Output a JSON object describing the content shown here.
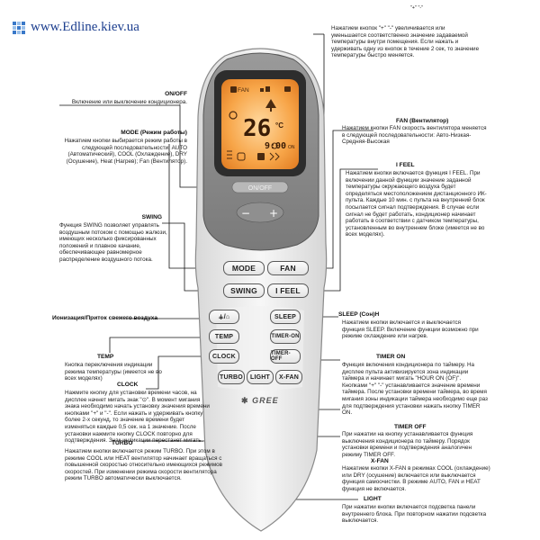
{
  "site": {
    "url": "www.Edline.kiev.ua"
  },
  "remote": {
    "brand": "GREE",
    "display": {
      "temp": "26",
      "unit": "°C",
      "time": "9:00",
      "am_pm": "ON",
      "fan_label": "FAN"
    },
    "buttons": {
      "onoff": "ON/OFF",
      "minus": "−",
      "plus": "+",
      "mode": "MODE",
      "fan": "FAN",
      "swing": "SWING",
      "ifeel": "I FEEL",
      "ion": "⚶/⌂",
      "sleep": "SLEEP",
      "temp": "TEMP",
      "timer_on": "TIMER-ON",
      "clock": "CLOCK",
      "timer_off": "TIMER-OFF",
      "turbo": "TURBO",
      "light": "LIGHT",
      "xfan": "X-FAN"
    }
  },
  "labels": {
    "plusminus": {
      "heading": "\"+\" \"-\"",
      "text": "Нажатием кнопок \"+\" \"-\" увеличивается или уменьшается соответственно значение задаваемой температуры внутри помещения. Если нажать и удерживать одну из кнопок в течение 2 сек, то значение температуры быстро меняется."
    },
    "onoff": {
      "heading": "ON/OFF",
      "text": "Включение или выключение кондиционера."
    },
    "mode": {
      "heading": "MODE (Режим работы)",
      "text": "Нажатием кнопки выбирается режим работы в следующей последовательности: AUTO (Автоматический), COOL (Охлаждение), DRY (Осушение), Heat (Нагрев); Fan (Вентилятор)."
    },
    "fan": {
      "heading": "FAN (Вентилятор)",
      "text": "Нажатием кнопки FAN скорость вентилятора меняется в следующей последовательности: Авто-Низкая-Средняя-Высокая"
    },
    "ifeel": {
      "heading": "I FEEL",
      "text": "Нажатием кнопки включается функция I FEEL. При включении данной функции значение заданной температуры окружающего воздуха будет определяться местоположением дистанционного ИК-пульта. Каждые 10 мин. с пульта на внутренний блок посылается сигнал подтверждения. В случае если сигнал не будет работать, кондиционер начинает работать в соответствии с датчиком температуры, установленным во внутреннем блоке (имеется не во всех моделях)."
    },
    "swing": {
      "heading": "SWING",
      "text": "Функция SWING позволяет управлять воздушным потоком с помощью жалюзи, имеющих несколько фиксированных положений и плавное качание, обеспечивающее равномерное распределение воздушного потока."
    },
    "ion": {
      "heading": "Ионизация/Приток свежего воздуха"
    },
    "sleep": {
      "heading": "SLEEP (Сон)H",
      "text": "Нажатием кнопки включается и выключается функция SLEEP. Включение функции возможно при режиме охлаждение или нагрев."
    },
    "temp": {
      "heading": "TEMP",
      "text": "Кнопка переключения индикации режима температуры (имеется не во всех моделях)"
    },
    "clock": {
      "heading": "CLOCK",
      "text": "Нажмите кнопку для установки времени часов, на дисплее начнет мигать знак \"⊙\". В момент мигания знака необходимо начать установку значения времени кнопками \"+\" и \"-\". Если нажать и удерживать кнопку более 2-х секунд, то значение времени будет изменяться каждые 0,5 сек. на 1 значение. После установки нажмите кнопку CLOCK повторно для подтверждения. Знак индикации перестанет мигать."
    },
    "timer_on": {
      "heading": "TIMER ON",
      "text": "Функция включения кондиционера по таймеру. На дисплее пульта активизируется зона индикации таймера и начинает мигать \"HOUR ON (OF)\". Кнопками \"+\" \"-\" устанавливается значение времени таймера. После установки времени таймера, во время мигания зоны индикации таймера необходимо еще раз для подтверждения установки нажать кнопку TIMER ON."
    },
    "timer_off": {
      "heading": "TIMER OFF",
      "text": "При нажатии на кнопку устанавливается функция выключения кондиционера по таймеру. Порядок установки времени и подтверждения аналогичен режиму TIMER OFF."
    },
    "xfan": {
      "heading": "X-FAN",
      "text": "Нажатием кнопки X-FAN в режимах COOL (охлаждение) или DRY (осушение) включается или выключается функция самоочистки. В режиме AUTO, FAN и HEAT функция не включается."
    },
    "turbo": {
      "heading": "TURBO",
      "text": "Нажатием кнопки включается режим TURBO. При этом в режиме COOL или HEAT вентилятор начинает вращаться с повышенной скоростью относительно имеющихся режимов скоростей. При изменении режима скорости вентилятора режим TURBO автоматически выключается."
    },
    "light": {
      "heading": "LIGHT",
      "text": "При нажатии кнопки включается подсветка панели внутреннего блока. При повторном нажатии подсветка выключается."
    }
  }
}
